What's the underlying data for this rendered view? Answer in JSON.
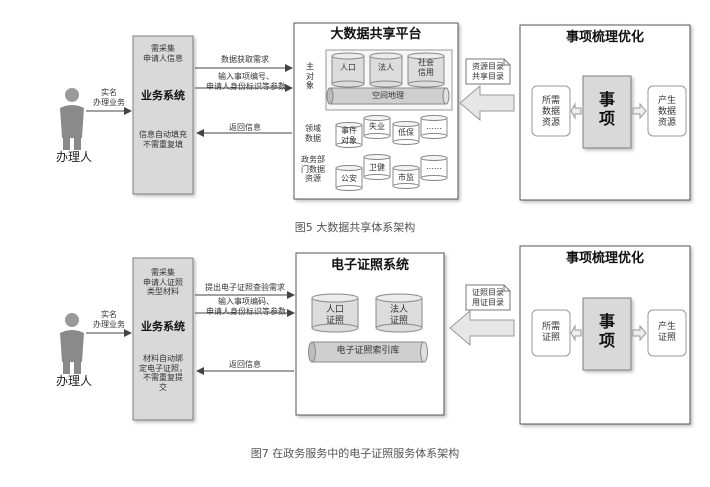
{
  "diagram1": {
    "person_label": "办理人",
    "person_action": "实名\n办理业务",
    "system_top_text": "需采集\n申请人信息",
    "system_title": "业务系统",
    "system_bottom_text": "信息自动填充\n不需重复填",
    "arrow_request": "数据获取需求",
    "arrow_input": "输入事项编号、\n申请人身份标识等参数",
    "arrow_return": "返回信息",
    "platform_title": "大数据共享平台",
    "subject_label": "主\n对\n象",
    "subjects": [
      "人口",
      "法人",
      "社会\n信用"
    ],
    "spatial": "空间地理",
    "domain_label": "领域\n数据",
    "domain_items": [
      "事件\n对象",
      "失业",
      "低保",
      "……"
    ],
    "dept_label": "政务部\n门数据\n资源",
    "dept_items": [
      "公安",
      "卫健",
      "市监",
      "……"
    ],
    "catalog_note": "资源目录\n共享目录",
    "opt_title": "事项梳理优化",
    "opt_left": "所需\n数据\n资源",
    "opt_center": "事\n项",
    "opt_right": "产生\n数据\n资源",
    "caption": "图5 大数据共享体系架构"
  },
  "diagram2": {
    "person_label": "办理人",
    "person_action": "实名\n办理业务",
    "system_top_text": "需采集\n申请人证照\n类型材料",
    "system_title": "业务系统",
    "system_bottom_text": "材料自动绑\n定电子证照，\n不需重复提\n交",
    "arrow_request": "提出电子证照查验需求",
    "arrow_input": "输入事项编码、\n申请人身份标识等参数",
    "arrow_return": "返回信息",
    "platform_title": "电子证照系统",
    "items": [
      "人口\n证照",
      "法人\n证照"
    ],
    "index": "电子证照索引库",
    "catalog_note": "证照目录\n用证目录",
    "opt_title": "事项梳理优化",
    "opt_left": "所需\n证照",
    "opt_center": "事\n项",
    "opt_right": "产生\n证照",
    "caption": "图7 在政务服务中的电子证照服务体系架构"
  },
  "colors": {
    "box_fill": "#d9d9d9",
    "box_stroke": "#7f7f7f",
    "line": "#444444",
    "hollow_arrow": "#e6e6e6"
  }
}
